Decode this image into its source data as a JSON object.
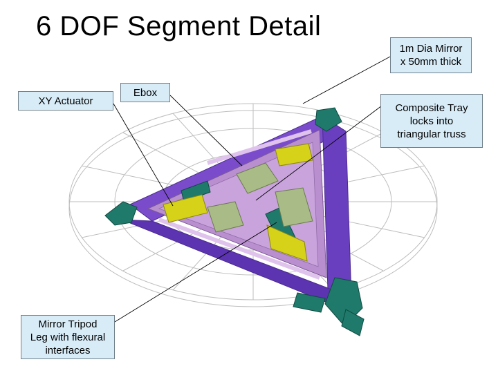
{
  "title": "6 DOF Segment Detail",
  "labels": {
    "mirror": "1m Dia Mirror\nx 50mm thick",
    "xy_actuator": "XY Actuator",
    "ebox": "Ebox",
    "composite_tray": "Composite Tray\nlocks into\ntriangular truss",
    "mirror_tripod": "Mirror Tripod\nLeg with flexural\ninterfaces"
  },
  "colors": {
    "label_fill": "#d8ecf8",
    "truss_purple": "#6a3fbf",
    "tray_pink": "#c79ad6",
    "corner_teal": "#1f7a6b",
    "actuator_yellow": "#d6d21a",
    "ebox_olive": "#a9bb86",
    "wire_grey": "#b9b9b9"
  }
}
